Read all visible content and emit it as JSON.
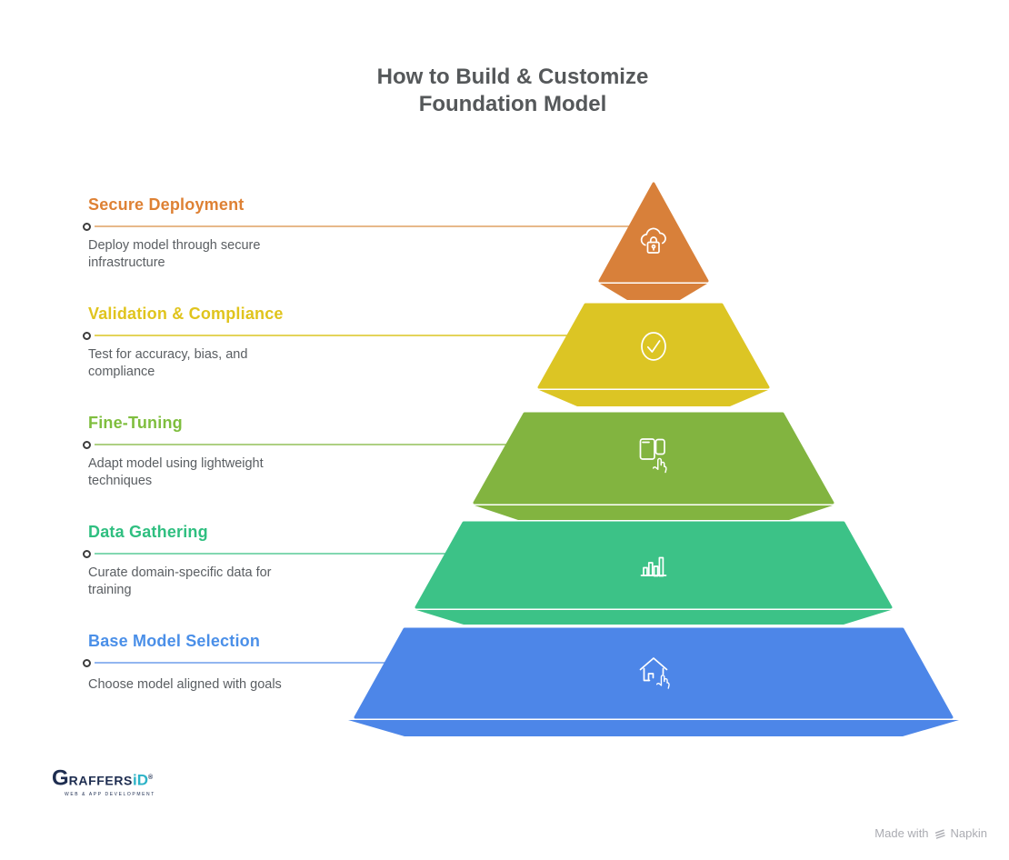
{
  "title": {
    "line1": "How to Build & Customize",
    "line2": "Foundation Model"
  },
  "levels": [
    {
      "name": "Secure Deployment",
      "description": "Deploy model through secure infrastructure",
      "fill": "#D8803A",
      "heading_color": "#DE8134",
      "icon": "cloud-lock-icon"
    },
    {
      "name": "Validation & Compliance",
      "description": "Test for accuracy, bias, and compliance",
      "fill": "#DCC524",
      "heading_color": "#E0C41D",
      "icon": "check-circle-icon"
    },
    {
      "name": "Fine-Tuning",
      "description": "Adapt model using lightweight techniques",
      "fill": "#82B440",
      "heading_color": "#7FBE3E",
      "icon": "device-tap-icon"
    },
    {
      "name": "Data Gathering",
      "description": "Curate domain-specific data for training",
      "fill": "#3CC287",
      "heading_color": "#2FBF80",
      "icon": "bar-chart-icon"
    },
    {
      "name": "Base Model Selection",
      "description": "Choose model aligned with goals",
      "fill": "#4D86E8",
      "heading_color": "#4A8FE8",
      "icon": "house-tap-icon"
    }
  ],
  "footer": {
    "logo_main": "RAFFERS",
    "logo_g": "G",
    "logo_accent": "iD",
    "logo_reg": "®",
    "logo_tagline": "WEB & APP DEVELOPMENT",
    "credit_prefix": "Made with",
    "credit_brand": "Napkin"
  }
}
